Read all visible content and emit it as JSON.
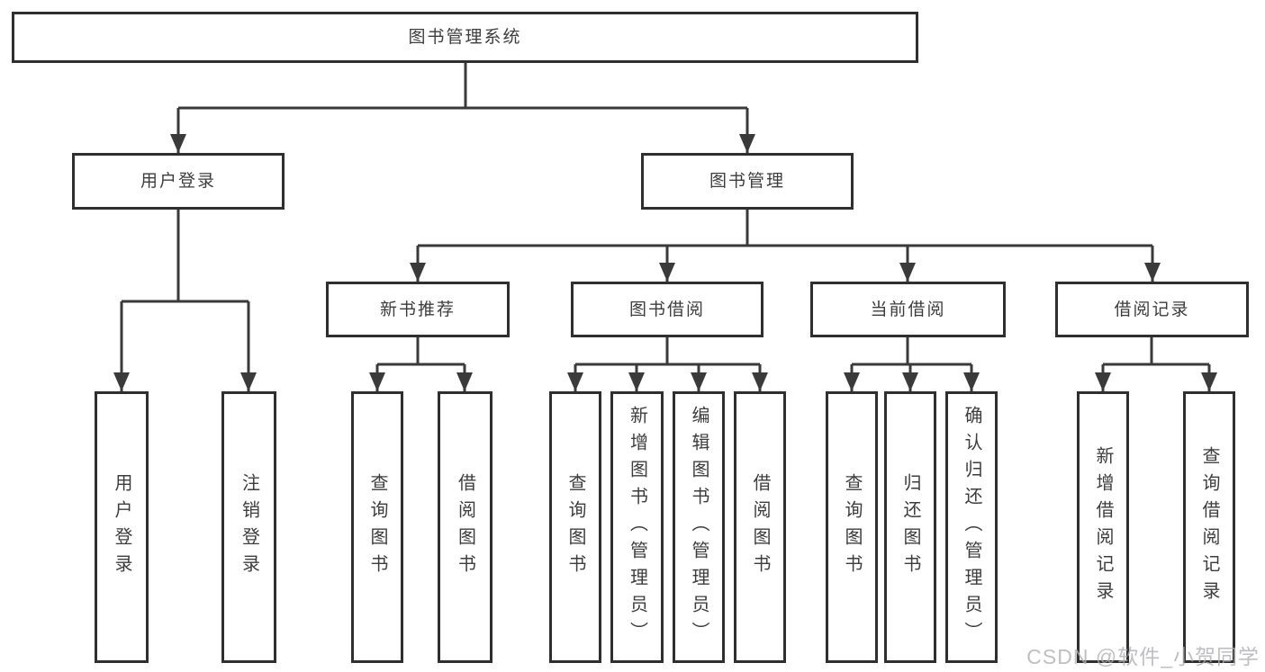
{
  "diagram": {
    "root": {
      "label": "图书管理系统"
    },
    "branches": [
      {
        "label": "用户登录",
        "children": [
          {
            "label": "用户登录"
          },
          {
            "label": "注销登录"
          }
        ]
      },
      {
        "label": "图书管理",
        "children": [
          {
            "label": "新书推荐",
            "children": [
              {
                "label": "查询图书"
              },
              {
                "label": "借阅图书"
              }
            ]
          },
          {
            "label": "图书借阅",
            "children": [
              {
                "label": "查询图书"
              },
              {
                "label": "新增图书（管理员）"
              },
              {
                "label": "编辑图书（管理员）"
              },
              {
                "label": "借阅图书"
              }
            ]
          },
          {
            "label": "当前借阅",
            "children": [
              {
                "label": "查询图书"
              },
              {
                "label": "归还图书"
              },
              {
                "label": "确认归还（管理员）"
              }
            ]
          },
          {
            "label": "借阅记录",
            "children": [
              {
                "label": "新增借阅记录"
              },
              {
                "label": "查询借阅记录"
              }
            ]
          }
        ]
      }
    ]
  },
  "watermark": {
    "text": "CSDN @软件_小贺同学"
  },
  "colors": {
    "line": "#3a3a3a",
    "box_border": "#2f2f2f",
    "text": "#3d3d3d",
    "watermark": "#aeaeb6"
  }
}
